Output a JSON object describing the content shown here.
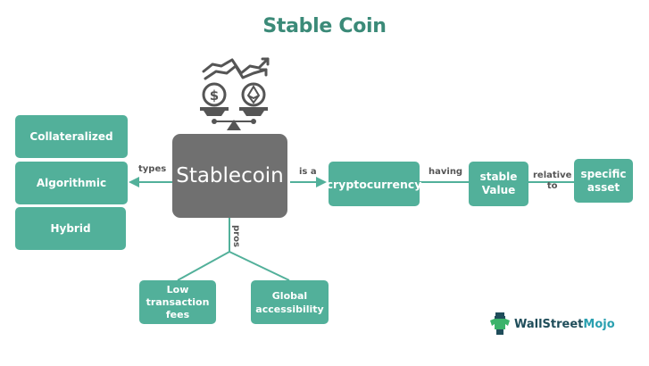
{
  "title": "Stable Coin",
  "central_node": "Stablecoin",
  "types": {
    "edge_label": "types",
    "items": [
      "Collateralized",
      "Algorithmic",
      "Hybrid"
    ]
  },
  "chain": {
    "edge_is_a": "is a",
    "cryptocurrency": "cryptocurrency",
    "edge_having": "having",
    "stable_value_line1": "stable",
    "stable_value_line2": "Value",
    "edge_relative_line1": "relative",
    "edge_relative_line2": "to",
    "specific_asset_line1": "specific",
    "specific_asset_line2": "asset"
  },
  "pros": {
    "edge_label": "pros",
    "items": [
      {
        "line1": "Low",
        "line2": "transaction",
        "line3": "fees"
      },
      {
        "line1": "Global",
        "line2": "accessibility"
      }
    ]
  },
  "icons": {
    "header_icon": "balance-scale-dollar-ethereum-icon"
  },
  "branding": {
    "name_part1": "WallStreet",
    "name_part2": "Mojo"
  },
  "colors": {
    "accent": "#52b09a",
    "title": "#3b8a78",
    "central": "#707070"
  }
}
